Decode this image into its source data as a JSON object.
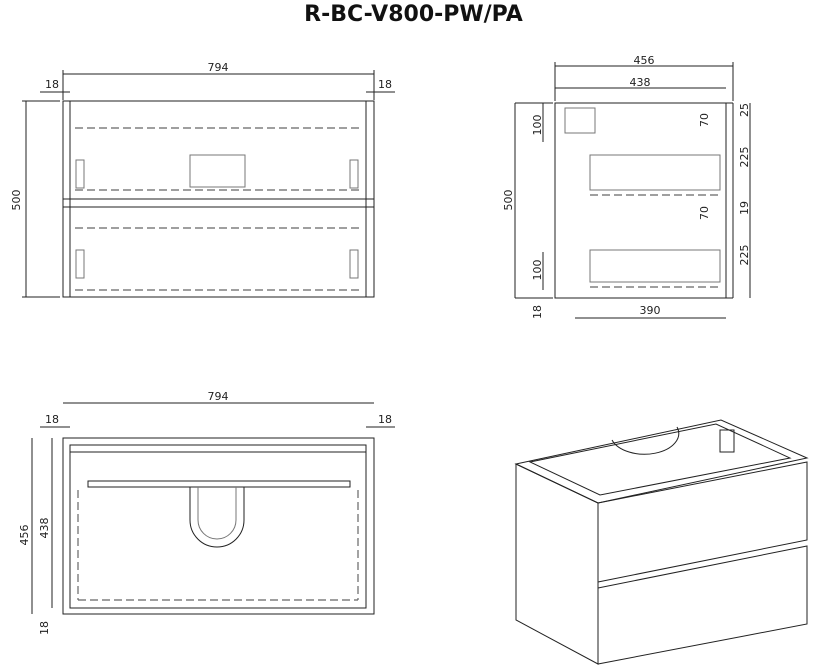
{
  "title": "R-BC-V800-PW/PA",
  "front_view": {
    "width": "794",
    "side_left": "18",
    "side_right": "18",
    "height": "500"
  },
  "side_view": {
    "depth_outer": "456",
    "depth_inner": "438",
    "height": "500",
    "top_drawer_offset": "100",
    "bottom_drawer_offset": "100",
    "plinth": "18",
    "drawer_depth": "390",
    "handle_top": "70",
    "handle_bottom": "70",
    "gap_top": "25",
    "gap_mid": "19",
    "drawer_front_top": "225",
    "drawer_front_bottom": "225"
  },
  "top_view": {
    "width": "794",
    "side_left": "18",
    "side_right": "18",
    "depth_outer": "456",
    "depth_inner": "438",
    "back": "18"
  }
}
